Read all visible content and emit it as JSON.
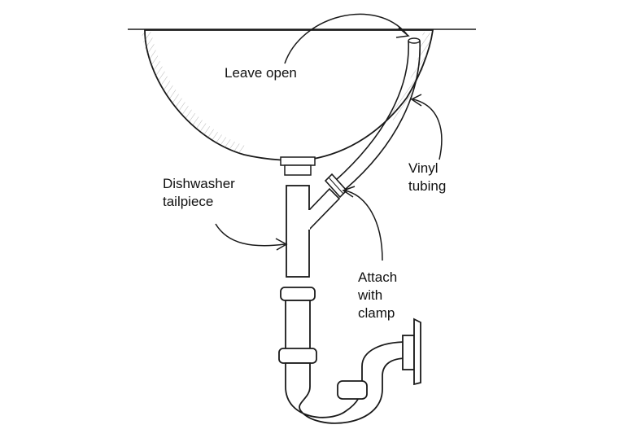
{
  "labels": {
    "leave_open": "Leave open",
    "vinyl_tubing": [
      "Vinyl",
      "tubing"
    ],
    "dishwasher_tailpiece": [
      "Dishwasher",
      "tailpiece"
    ],
    "attach_with_clamp": [
      "Attach",
      "with",
      "clamp"
    ]
  },
  "colors": {
    "ink": "#1a1a1a",
    "background": "#ffffff"
  }
}
